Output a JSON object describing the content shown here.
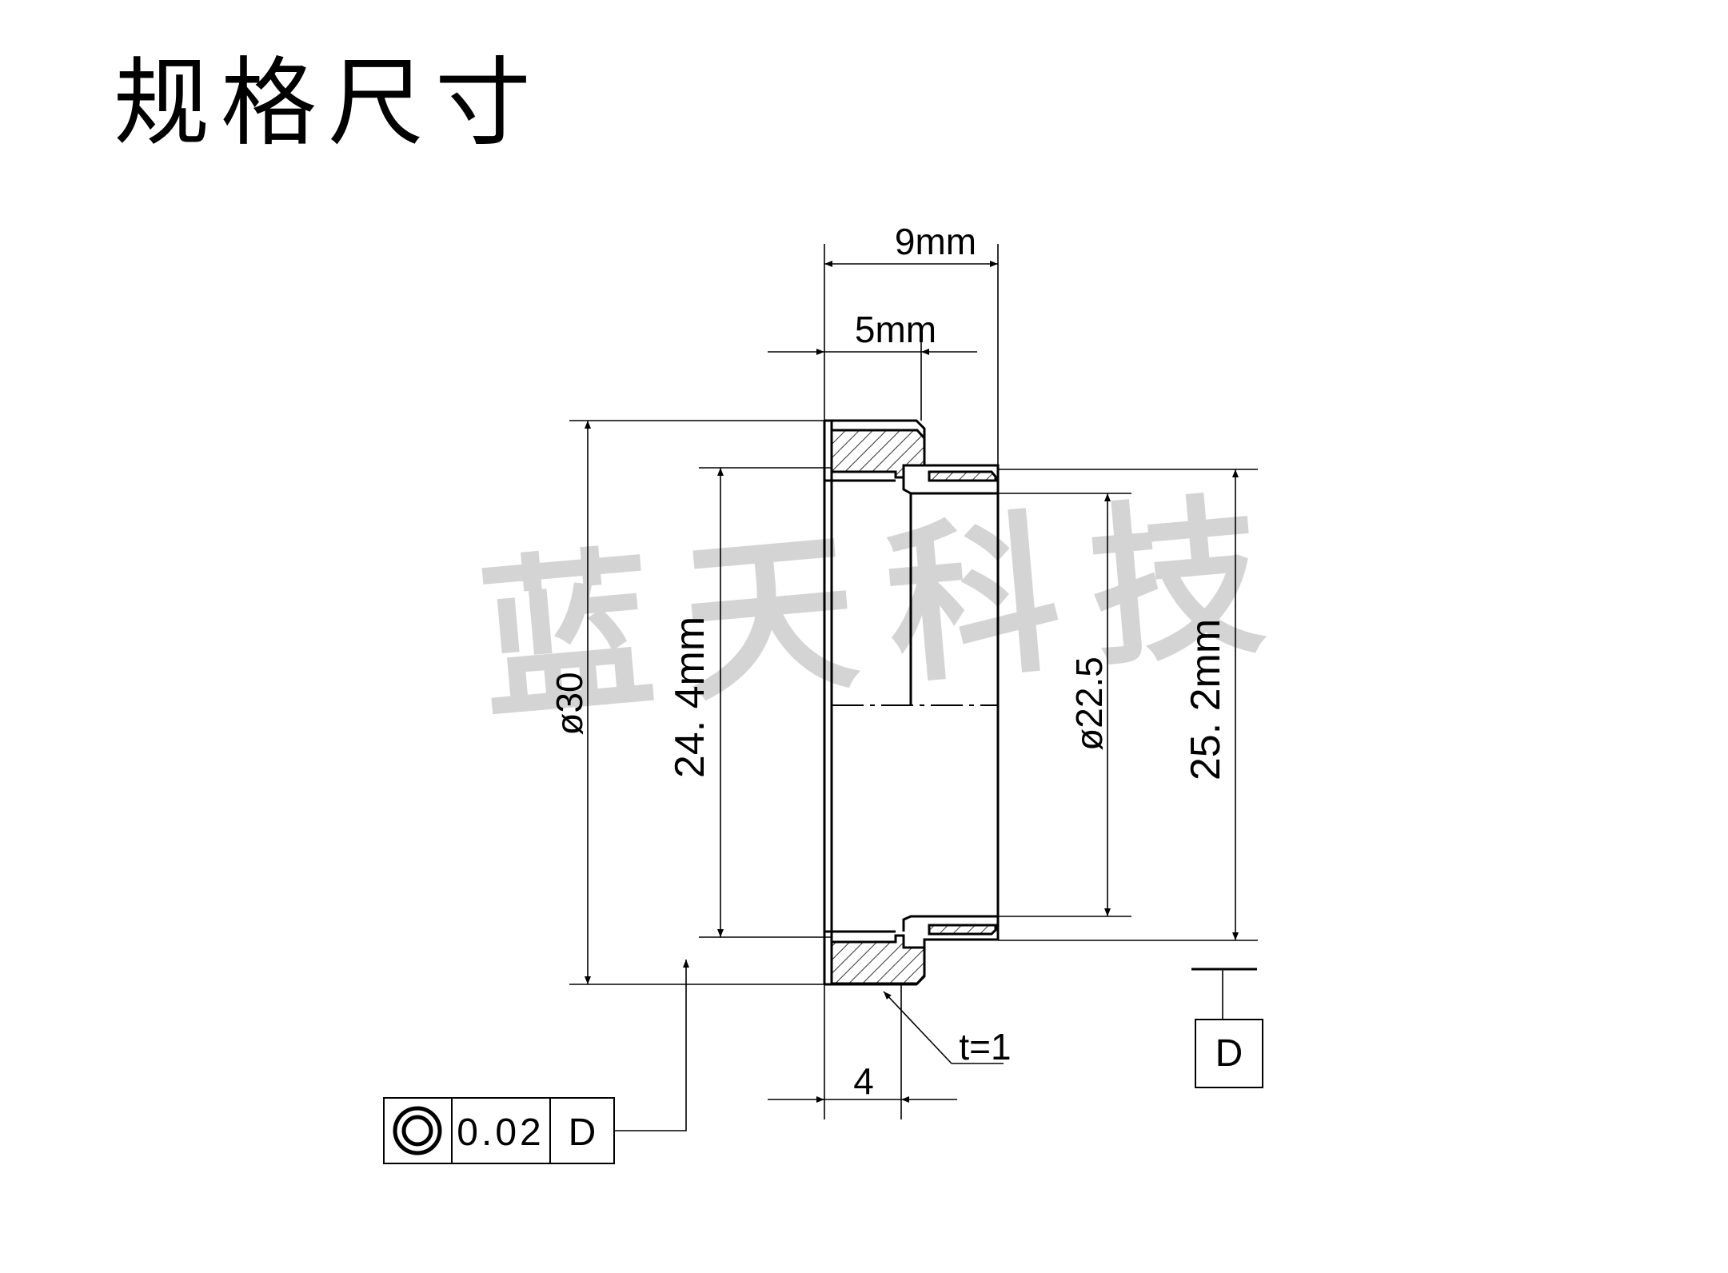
{
  "title": "规格尺寸",
  "watermark": "蓝天科技",
  "dimensions": {
    "overall_width": "9mm",
    "flange_width": "5mm",
    "outer_diameter": "ø30",
    "inner_height": "24. 4mm",
    "bore_diameter": "ø22.5",
    "shoulder_height": "25. 2mm",
    "lip_width": "4",
    "thickness": "t=1"
  },
  "tolerance_frame": {
    "symbol": "concentricity-icon",
    "value": "0.02",
    "datum": "D"
  },
  "datum_label": "D",
  "colors": {
    "line": "#000000",
    "watermark": "#d4d4d4"
  }
}
